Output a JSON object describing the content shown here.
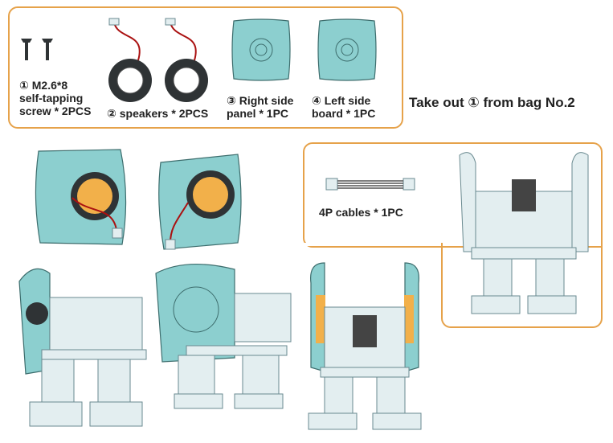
{
  "parts": [
    {
      "id": "part-1",
      "line1": "① M2.6*8",
      "line2": "self-tapping",
      "line3": "screw * 2PCS"
    },
    {
      "id": "part-2",
      "line1": "② speakers * 2PCS"
    },
    {
      "id": "part-3",
      "line1": "③ Right side",
      "line2": "panel * 1PC"
    },
    {
      "id": "part-4",
      "line1": "④ Left side",
      "line2": "board * 1PC"
    }
  ],
  "instruction": "Take out ① from bag No.2",
  "cable_label": "4P cables * 1PC",
  "colors": {
    "accent_border": "#e6a24a",
    "panel_teal": "#8ccfcf",
    "frame_light": "#e3eef0",
    "speaker_dark": "#2f3335",
    "speaker_center": "#f2b04a"
  }
}
